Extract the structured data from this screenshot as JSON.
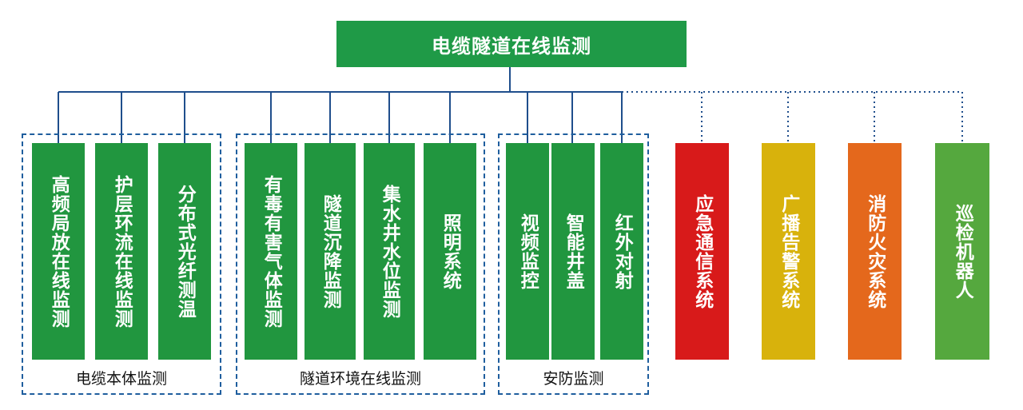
{
  "root": {
    "label": "电缆隧道在线监测"
  },
  "groups": [
    {
      "label": "电缆本体监测",
      "items": [
        "高频局放在线监测",
        "护层环流在线监测",
        "分布式光纤测温"
      ]
    },
    {
      "label": "隧道环境在线监测",
      "items": [
        "有毒有害气体监测",
        "隧道沉降监测",
        "集水井水位监测",
        "照明系统"
      ]
    },
    {
      "label": "安防监测",
      "items": [
        "视频监控",
        "智能井盖",
        "红外对射"
      ]
    }
  ],
  "extras": [
    "应急通信系统",
    "广播告警系统",
    "消防火灾系统",
    "巡检机器人"
  ],
  "colors": {
    "green": "#21963f",
    "red": "#d81a1a",
    "yellow": "#d8b20c",
    "orange": "#e4681c",
    "light_green": "#55a83e",
    "line": "#1f4e8c"
  }
}
